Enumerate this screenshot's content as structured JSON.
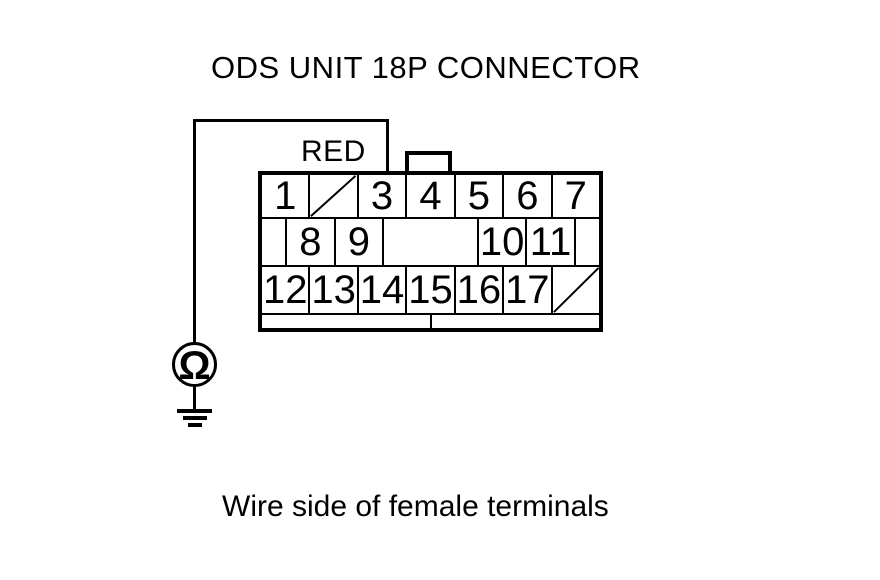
{
  "title": "ODS UNIT 18P CONNECTOR",
  "wire": {
    "color_label": "RED"
  },
  "meter": {
    "symbol": "Ω",
    "type": "ohmmeter"
  },
  "caption": "Wire side of female terminals",
  "connector": {
    "row1": [
      "1",
      "",
      "3",
      "4",
      "5",
      "6",
      "7"
    ],
    "row2": [
      "",
      "8",
      "9",
      "",
      "10",
      "11",
      ""
    ],
    "row3": [
      "12",
      "13",
      "14",
      "15",
      "16",
      "17",
      ""
    ]
  },
  "colors": {
    "line": "#000000",
    "background": "#ffffff"
  }
}
